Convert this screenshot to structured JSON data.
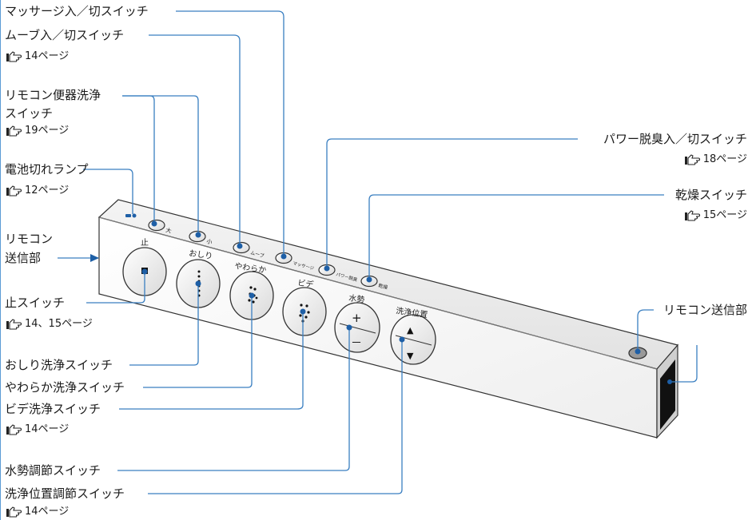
{
  "diagram": {
    "callouts": {
      "massage": "マッサージ入／切スイッチ",
      "move": "ムーブ入／切スイッチ",
      "move_ref": "14ページ",
      "bowl_wash": "リモコン便器洗浄\nスイッチ",
      "bowl_wash_line1": "リモコン便器洗浄",
      "bowl_wash_line2": "スイッチ",
      "bowl_wash_ref": "19ページ",
      "battery": "電池切れランプ",
      "battery_ref": "12ページ",
      "transmitter_left_1": "リモコン",
      "transmitter_left_2": "送信部",
      "stop": "止スイッチ",
      "stop_ref": "14、15ページ",
      "oshiri": "おしり洗浄スイッチ",
      "yawaraka": "やわらか洗浄スイッチ",
      "bidet": "ビデ洗浄スイッチ",
      "bidet_ref": "14ページ",
      "pressure": "水勢調節スイッチ",
      "position": "洗浄位置調節スイッチ",
      "position_ref": "14ページ",
      "deodorize": "パワー脱臭入／切スイッチ",
      "deodorize_ref": "18ページ",
      "dry": "乾燥スイッチ",
      "dry_ref": "15ページ",
      "transmitter_right": "リモコン送信部"
    },
    "panel_labels": {
      "big": "大",
      "small": "小",
      "move": "ムーブ",
      "massage": "マッサージ",
      "deodorize": "パワー脱臭",
      "dry": "乾燥",
      "stop": "止",
      "oshiri": "おしり",
      "yawaraka": "やわらか",
      "bidet": "ビデ",
      "pressure": "水勢",
      "position": "洗浄位置"
    },
    "symbols": {
      "plus": "+",
      "minus": "－",
      "up": "▲",
      "down": "▼"
    },
    "icons": [
      "finger-pointing-icon",
      "battery-lamp-icon"
    ],
    "colors": {
      "leader": "#3a7fc1",
      "dot": "#1e5fa6",
      "panel_edge": "#333333",
      "transmitter": "#111111"
    }
  }
}
